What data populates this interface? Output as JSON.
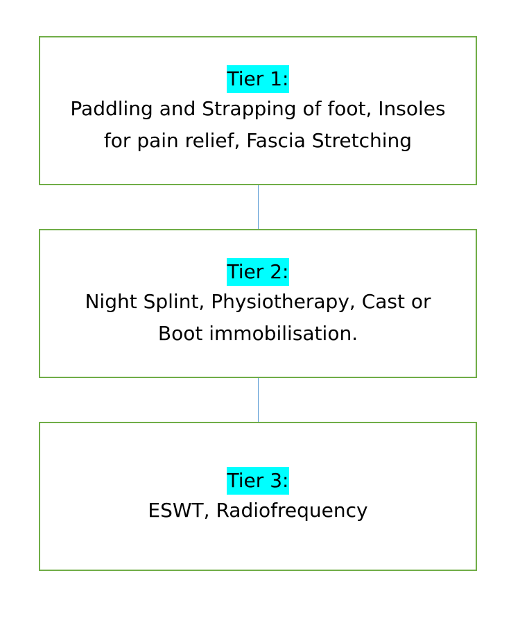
{
  "diagram": {
    "colors": {
      "box_border": "#70AD47",
      "heading_highlight": "#00FFFF",
      "connector": "#5B9BD5"
    },
    "tiers": [
      {
        "heading": "Tier 1:",
        "text": "Paddling and Strapping of foot, Insoles for pain relief, Fascia Stretching"
      },
      {
        "heading": "Tier 2:",
        "text": "Night Splint, Physiotherapy, Cast or Boot immobilisation."
      },
      {
        "heading": "Tier 3:",
        "text": "ESWT, Radiofrequency"
      }
    ]
  }
}
